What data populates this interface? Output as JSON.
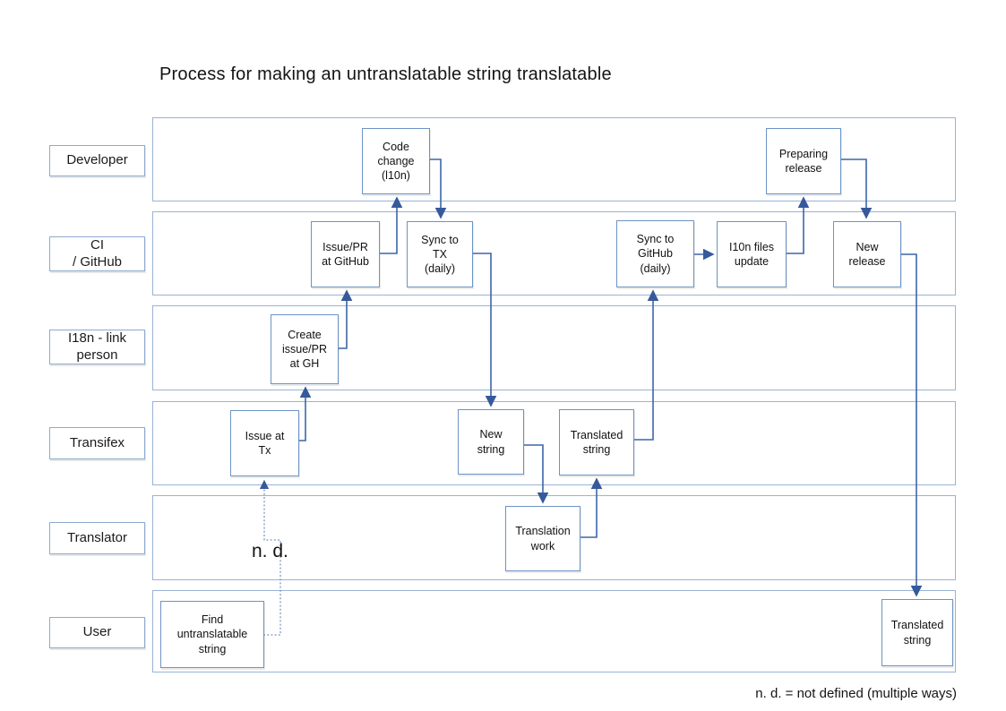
{
  "title": "Process for making an untranslatable string translatable",
  "nd_label": "n. d.",
  "note": "n. d. = not defined (multiple ways)",
  "colors": {
    "lane_border": "#9ab3d5",
    "node_border": "#6d93c4",
    "arrow": "#3e66a8",
    "text": "#141414"
  },
  "lanes": {
    "developer": "Developer",
    "ci_github": "CI\n/ GitHub",
    "i18n_link": "I18n - link\nperson",
    "transifex": "Transifex",
    "translator": "Translator",
    "user": "User"
  },
  "nodes": {
    "code_change": {
      "label": "Code\nchange\n(l10n)",
      "lane": "Developer"
    },
    "preparing_release": {
      "label": "Preparing\nrelease",
      "lane": "Developer"
    },
    "issue_pr_github": {
      "label": "Issue/PR\nat GitHub",
      "lane": "CI / GitHub"
    },
    "sync_to_tx": {
      "label": "Sync to\nTX\n(daily)",
      "lane": "CI / GitHub"
    },
    "sync_to_github": {
      "label": "Sync to\nGitHub\n(daily)",
      "lane": "CI / GitHub"
    },
    "l10n_files_update": {
      "label": "I10n files\nupdate",
      "lane": "CI / GitHub"
    },
    "new_release": {
      "label": "New\nrelease",
      "lane": "CI / GitHub"
    },
    "create_issue_pr": {
      "label": "Create\nissue/PR\nat GH",
      "lane": "I18n - link person"
    },
    "issue_at_tx": {
      "label": "Issue at\nTx",
      "lane": "Transifex"
    },
    "new_string": {
      "label": "New\nstring",
      "lane": "Transifex"
    },
    "translated_string_tx": {
      "label": "Translated\nstring",
      "lane": "Transifex"
    },
    "translation_work": {
      "label": "Translation\nwork",
      "lane": "Translator"
    },
    "find_untranslatable": {
      "label": "Find\nuntranslatable\nstring",
      "lane": "User"
    },
    "translated_string_user": {
      "label": "Translated\nstring",
      "lane": "User"
    }
  },
  "connections": [
    {
      "from": "find_untranslatable",
      "to": "issue_at_tx",
      "style": "dotted",
      "label": "n. d."
    },
    {
      "from": "issue_at_tx",
      "to": "create_issue_pr",
      "style": "solid"
    },
    {
      "from": "create_issue_pr",
      "to": "issue_pr_github",
      "style": "solid"
    },
    {
      "from": "issue_pr_github",
      "to": "code_change",
      "style": "solid"
    },
    {
      "from": "code_change",
      "to": "sync_to_tx",
      "style": "solid"
    },
    {
      "from": "sync_to_tx",
      "to": "new_string",
      "style": "solid"
    },
    {
      "from": "new_string",
      "to": "translation_work",
      "style": "solid"
    },
    {
      "from": "translation_work",
      "to": "translated_string_tx",
      "style": "solid"
    },
    {
      "from": "translated_string_tx",
      "to": "sync_to_github",
      "style": "solid"
    },
    {
      "from": "sync_to_github",
      "to": "l10n_files_update",
      "style": "solid"
    },
    {
      "from": "l10n_files_update",
      "to": "preparing_release",
      "style": "solid"
    },
    {
      "from": "preparing_release",
      "to": "new_release",
      "style": "solid"
    },
    {
      "from": "new_release",
      "to": "translated_string_user",
      "style": "solid"
    }
  ]
}
